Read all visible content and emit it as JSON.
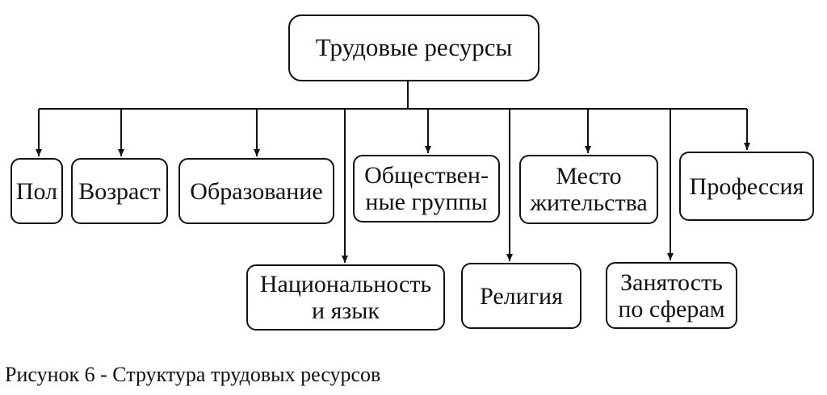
{
  "diagram": {
    "root": "Трудовые ресурсы",
    "nodes": {
      "pol": "Пол",
      "vozrast": "Возраст",
      "obrazovanie": "Образование",
      "obshchestvennye_gruppy": "Обществен-\nные группы",
      "mesto_zhitelstva": "Место\nжительства",
      "professiya": "Профессия",
      "natsionalnost": "Национальность\nи язык",
      "religiya": "Религия",
      "zanyatost": "Занятость\nпо сферам"
    },
    "caption": "Рисунок 6 - Структура трудовых ресурсов"
  }
}
